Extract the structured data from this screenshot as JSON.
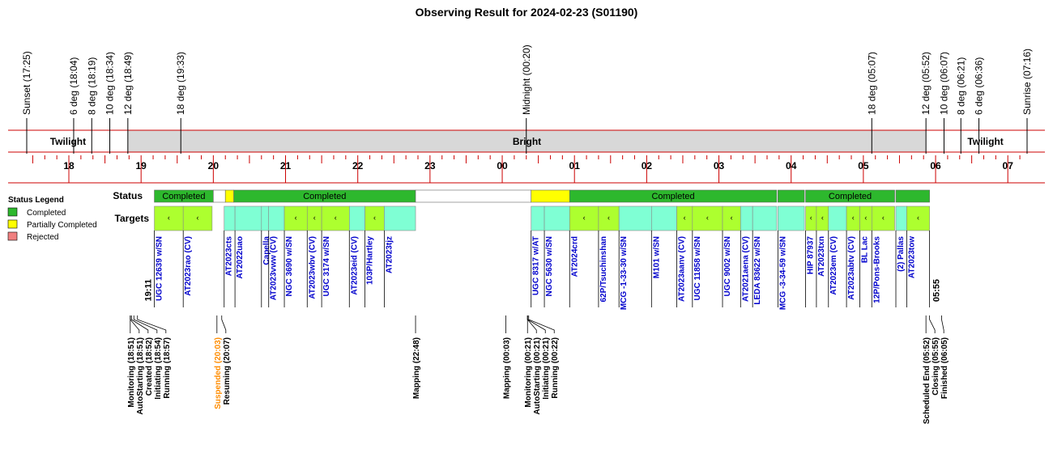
{
  "title": "Observing Result for 2024-02-23 (S01190)",
  "chart_data": {
    "type": "timeline",
    "time_range": [
      "17:25",
      "07:16"
    ],
    "hour_ticks": [
      "18",
      "19",
      "20",
      "21",
      "22",
      "23",
      "00",
      "01",
      "02",
      "03",
      "04",
      "05",
      "06",
      "07"
    ],
    "sun_events": [
      {
        "label": "Sunset (17:25)",
        "t": "17:25"
      },
      {
        "label": "6 deg (18:04)",
        "t": "18:04"
      },
      {
        "label": "8 deg (18:19)",
        "t": "18:19"
      },
      {
        "label": "10 deg (18:34)",
        "t": "18:34"
      },
      {
        "label": "12 deg (18:49)",
        "t": "18:49"
      },
      {
        "label": "18 deg (19:33)",
        "t": "19:33"
      },
      {
        "label": "Midnight (00:20)",
        "t": "00:20"
      },
      {
        "label": "18 deg (05:07)",
        "t": "05:07"
      },
      {
        "label": "12 deg (05:52)",
        "t": "05:52"
      },
      {
        "label": "10 deg (06:07)",
        "t": "06:07"
      },
      {
        "label": "8 deg (06:21)",
        "t": "06:21"
      },
      {
        "label": "6 deg (06:36)",
        "t": "06:36"
      },
      {
        "label": "Sunrise (07:16)",
        "t": "07:16"
      }
    ],
    "sky_bands": [
      {
        "label": "Twilight",
        "start": "17:25",
        "end": "18:49",
        "color": "#ffffff"
      },
      {
        "label": "Bright",
        "start": "18:49",
        "end": "05:52",
        "color": "#d8d8d8"
      },
      {
        "label": "Twilight",
        "start": "05:52",
        "end": "07:16",
        "color": "#ffffff"
      }
    ],
    "status_label": "Status",
    "targets_label": "Targets",
    "legend": {
      "title": "Status Legend",
      "items": [
        {
          "label": "Completed",
          "color": "#2db82d"
        },
        {
          "label": "Partially Completed",
          "color": "#ffff00"
        },
        {
          "label": "Rejected",
          "color": "#f08080"
        }
      ]
    },
    "status_segments": [
      {
        "start": "19:11",
        "end": "20:00",
        "status": "Completed",
        "label": "Completed"
      },
      {
        "start": "20:00",
        "end": "20:10",
        "status": "None",
        "label": ""
      },
      {
        "start": "20:10",
        "end": "20:17",
        "status": "Partially Completed",
        "label": ""
      },
      {
        "start": "20:17",
        "end": "22:48",
        "status": "Completed",
        "label": "Completed"
      },
      {
        "start": "22:48",
        "end": "00:24",
        "status": "None",
        "label": ""
      },
      {
        "start": "00:24",
        "end": "00:56",
        "status": "Partially Completed",
        "label": ""
      },
      {
        "start": "00:56",
        "end": "03:48",
        "status": "Completed",
        "label": "Completed"
      },
      {
        "start": "03:49",
        "end": "04:11",
        "status": "Completed",
        "label": ""
      },
      {
        "start": "04:12",
        "end": "05:26",
        "status": "Completed",
        "label": "Completed"
      },
      {
        "start": "05:27",
        "end": "05:55",
        "status": "Completed",
        "label": ""
      }
    ],
    "target_blocks": [
      {
        "start": "19:11",
        "end": "19:35",
        "color": "#adff2f",
        "mark": "‹",
        "name": "UGC 12639 w/SN"
      },
      {
        "start": "19:35",
        "end": "19:59",
        "color": "#adff2f",
        "mark": "‹",
        "name": "AT2023rao (CV)"
      },
      {
        "start": "20:09",
        "end": "20:18",
        "color": "#7fffd4",
        "mark": "",
        "name": "AT2023cts"
      },
      {
        "start": "20:18",
        "end": "20:40",
        "color": "#7fffd4",
        "mark": "",
        "name": "AT2022uao"
      },
      {
        "start": "20:40",
        "end": "20:46",
        "color": "#7fffd4",
        "mark": "",
        "name": "Capella"
      },
      {
        "start": "20:46",
        "end": "20:59",
        "color": "#7fffd4",
        "mark": "",
        "name": "AT2023vww (CV)"
      },
      {
        "start": "20:59",
        "end": "21:18",
        "color": "#adff2f",
        "mark": "‹",
        "name": "NGC 3690 w/SN"
      },
      {
        "start": "21:18",
        "end": "21:30",
        "color": "#adff2f",
        "mark": "‹",
        "name": "AT2023wbv (CV)"
      },
      {
        "start": "21:30",
        "end": "21:53",
        "color": "#adff2f",
        "mark": "‹",
        "name": "UGC 3174 w/SN"
      },
      {
        "start": "21:53",
        "end": "22:06",
        "color": "#7fffd4",
        "mark": "",
        "name": "AT2023eid (CV)"
      },
      {
        "start": "22:06",
        "end": "22:22",
        "color": "#adff2f",
        "mark": "‹",
        "name": "103P/Hartley"
      },
      {
        "start": "22:22",
        "end": "22:48",
        "color": "#7fffd4",
        "mark": "",
        "name": "AT2023tjz"
      },
      {
        "start": "00:24",
        "end": "00:35",
        "color": "#7fffd4",
        "mark": "",
        "name": "UGC 8317 w/AT"
      },
      {
        "start": "00:35",
        "end": "00:56",
        "color": "#7fffd4",
        "mark": "",
        "name": "NGC 5630 w/SN"
      },
      {
        "start": "00:56",
        "end": "01:20",
        "color": "#adff2f",
        "mark": "‹",
        "name": "AT2024crd"
      },
      {
        "start": "01:20",
        "end": "01:37",
        "color": "#adff2f",
        "mark": "‹",
        "name": "62P/Tsuchinshan"
      },
      {
        "start": "01:37",
        "end": "02:04",
        "color": "#7fffd4",
        "mark": "",
        "name": "MCG -1-33-30 w/SN"
      },
      {
        "start": "02:04",
        "end": "02:25",
        "color": "#7fffd4",
        "mark": "",
        "name": "M101 w/SN"
      },
      {
        "start": "02:25",
        "end": "02:38",
        "color": "#adff2f",
        "mark": "‹",
        "name": "AT2023aanv (CV)"
      },
      {
        "start": "02:38",
        "end": "03:03",
        "color": "#adff2f",
        "mark": "‹",
        "name": "UGC 11858 w/SN"
      },
      {
        "start": "03:03",
        "end": "03:18",
        "color": "#adff2f",
        "mark": "‹",
        "name": "UGC 9002 w/SN"
      },
      {
        "start": "03:18",
        "end": "03:28",
        "color": "#7fffd4",
        "mark": "",
        "name": "AT2021aena (CV)"
      },
      {
        "start": "03:28",
        "end": "03:48",
        "color": "#7fffd4",
        "mark": "",
        "name": "LEDA 83622 w/SN"
      },
      {
        "start": "03:49",
        "end": "04:11",
        "color": "#7fffd4",
        "mark": "",
        "name": "MCG -3-34-59 w/SN"
      },
      {
        "start": "04:12",
        "end": "04:21",
        "color": "#adff2f",
        "mark": "‹",
        "name": "HIP 87937"
      },
      {
        "start": "04:21",
        "end": "04:31",
        "color": "#adff2f",
        "mark": "‹",
        "name": "AT2023txn"
      },
      {
        "start": "04:31",
        "end": "04:46",
        "color": "#7fffd4",
        "mark": "",
        "name": "AT2023em (CV)"
      },
      {
        "start": "04:46",
        "end": "04:57",
        "color": "#adff2f",
        "mark": "‹",
        "name": "AT2023abtv (CV)"
      },
      {
        "start": "04:57",
        "end": "05:07",
        "color": "#adff2f",
        "mark": "‹",
        "name": "BL Lac"
      },
      {
        "start": "05:07",
        "end": "05:26",
        "color": "#adff2f",
        "mark": "‹",
        "name": "12P/Pons-Brooks"
      },
      {
        "start": "05:27",
        "end": "05:36",
        "color": "#7fffd4",
        "mark": "",
        "name": "(2) Pallas"
      },
      {
        "start": "05:36",
        "end": "05:55",
        "color": "#adff2f",
        "mark": "‹",
        "name": "AT2023tow"
      }
    ],
    "time_labels": [
      {
        "label": "19:11",
        "t": "19:11"
      },
      {
        "label": "05:55",
        "t": "05:55"
      }
    ],
    "events": [
      {
        "label": "Monitoring (18:51)",
        "t": "18:51",
        "color": "#000000"
      },
      {
        "label": "AutoStarting (18:51)",
        "t": "18:51",
        "color": "#000000"
      },
      {
        "label": "Created (18:52)",
        "t": "18:52",
        "color": "#000000"
      },
      {
        "label": "Initiating (18:54)",
        "t": "18:54",
        "color": "#000000"
      },
      {
        "label": "Running (18:57)",
        "t": "18:57",
        "color": "#000000"
      },
      {
        "label": "Suspended (20:03)",
        "t": "20:03",
        "color": "#ff8c00"
      },
      {
        "label": "Resuming (20:07)",
        "t": "20:07",
        "color": "#000000"
      },
      {
        "label": "Mapping (22:48)",
        "t": "22:48",
        "color": "#000000"
      },
      {
        "label": "Mapping (00:03)",
        "t": "00:03",
        "color": "#000000"
      },
      {
        "label": "Monitoring (00:21)",
        "t": "00:21",
        "color": "#000000"
      },
      {
        "label": "AutoStarting (00:21)",
        "t": "00:21",
        "color": "#000000"
      },
      {
        "label": "Initiating (00:21)",
        "t": "00:21",
        "color": "#000000"
      },
      {
        "label": "Running (00:22)",
        "t": "00:22",
        "color": "#000000"
      },
      {
        "label": "Scheduled End (05:52)",
        "t": "05:52",
        "color": "#000000"
      },
      {
        "label": "Closing (05:55)",
        "t": "05:55",
        "color": "#000000"
      },
      {
        "label": "Finished (06:05)",
        "t": "06:05",
        "color": "#000000"
      }
    ]
  }
}
